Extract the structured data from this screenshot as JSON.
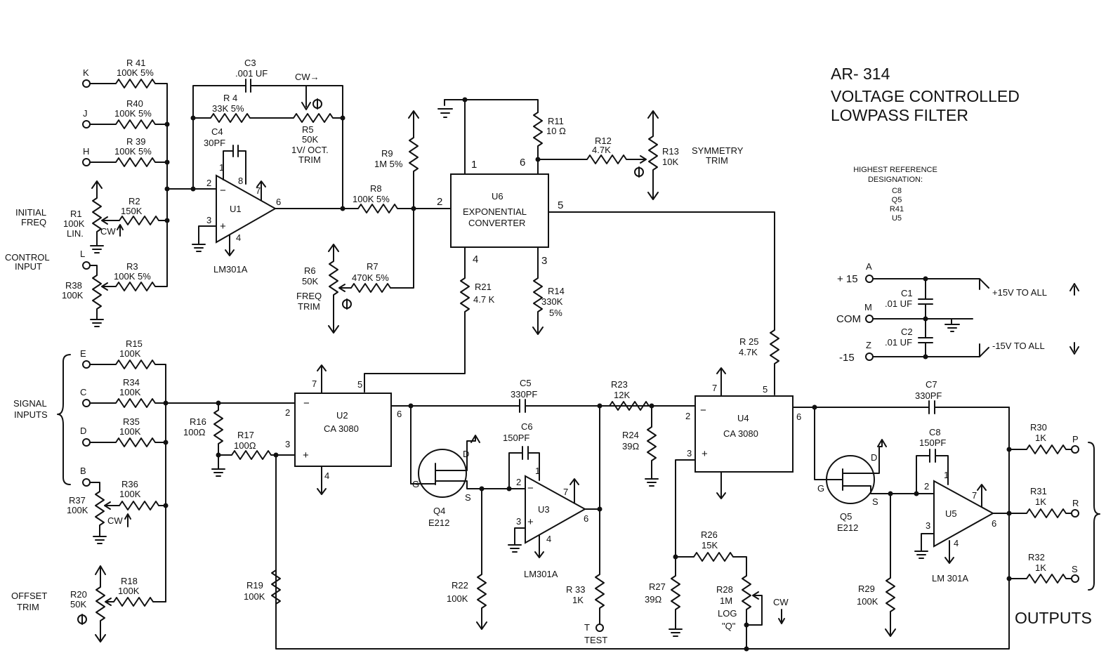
{
  "header": {
    "model": "AR- 314",
    "title_line1": "VOLTAGE CONTROLLED",
    "title_line2": "LOWPASS FILTER"
  },
  "designation": {
    "heading1": "HIGHEST REFERENCE",
    "heading2": "DESIGNATION:",
    "items": [
      "C8",
      "Q5",
      "R41",
      "U5"
    ]
  },
  "power": {
    "plus_label": "+ 15",
    "plus_term": "A",
    "com_label": "COM",
    "com_term": "M",
    "minus_label": "-15",
    "minus_term": "Z",
    "c1": [
      "C1",
      ".01 UF"
    ],
    "c2": [
      "C2",
      ".01 UF"
    ],
    "plus_to_all": "+15V TO ALL",
    "minus_to_all": "-15V TO ALL"
  },
  "inputs": {
    "k": "K",
    "j": "J",
    "h": "H",
    "l": "L",
    "e": "E",
    "c": "C",
    "d": "D",
    "b": "B",
    "initial_freq": [
      "INITIAL",
      "FREQ"
    ],
    "control_input": [
      "CONTROL",
      "INPUT"
    ],
    "signal_inputs": [
      "SIGNAL",
      "INPUTS"
    ],
    "offset_trim": [
      "OFFSET",
      "TRIM"
    ]
  },
  "outputs": {
    "p": "P",
    "r": "R",
    "s": "S",
    "label": "OUTPUTS",
    "test_term": "T",
    "test": "TEST"
  },
  "resistors": {
    "r41": [
      "R 41",
      "100K 5%"
    ],
    "r40": [
      "R40",
      "100K 5%"
    ],
    "r39": [
      "R 39",
      "100K 5%"
    ],
    "r2": [
      "R2",
      "150K"
    ],
    "r1": [
      "R1",
      "100K",
      "LIN."
    ],
    "r3": [
      "R3",
      "100K 5%"
    ],
    "r38": [
      "R38",
      "100K"
    ],
    "r4": [
      "R 4",
      "33K 5%"
    ],
    "r5": [
      "R5",
      "50K",
      "1V/ OCT.",
      "TRIM"
    ],
    "r9": [
      "R9",
      "1M 5%"
    ],
    "r8": [
      "R8",
      "100K 5%"
    ],
    "r6": [
      "R6",
      "50K",
      "FREQ",
      "TRIM"
    ],
    "r7": [
      "R7",
      "470K 5%"
    ],
    "r11": [
      "R11",
      "10 Ω"
    ],
    "r12": [
      "R12",
      "4.7K"
    ],
    "r13": [
      "R13",
      "10K"
    ],
    "r13_note": [
      "SYMMETRY",
      "TRIM"
    ],
    "r21": [
      "R21",
      "4.7 K"
    ],
    "r14": [
      "R14",
      "330K",
      "5%"
    ],
    "r15": [
      "R15",
      "100K"
    ],
    "r34": [
      "R34",
      "100K"
    ],
    "r35": [
      "R35",
      "100K"
    ],
    "r36": [
      "R36",
      "100K"
    ],
    "r37": [
      "R37",
      "100K"
    ],
    "r18": [
      "R18",
      "100K"
    ],
    "r20": [
      "R20",
      "50K"
    ],
    "r16": [
      "R16",
      "100Ω"
    ],
    "r17": [
      "R17",
      "100Ω"
    ],
    "r19": [
      "R19",
      "100K"
    ],
    "r22": [
      "R22",
      "100K"
    ],
    "r23": [
      "R23",
      "12K"
    ],
    "r24": [
      "R24",
      "39Ω"
    ],
    "r33": [
      "R 33",
      "1K"
    ],
    "r25": [
      "R 25",
      "4.7K"
    ],
    "r26": [
      "R26",
      "15K"
    ],
    "r27": [
      "R27",
      "39Ω"
    ],
    "r28": [
      "R28",
      "1M",
      "LOG",
      "\"Q\""
    ],
    "r29": [
      "R29",
      "100K"
    ],
    "r30": [
      "R30",
      "1K"
    ],
    "r31": [
      "R31",
      "1K"
    ],
    "r32": [
      "R32",
      "1K"
    ]
  },
  "capacitors": {
    "c3": [
      "C3",
      ".001 UF"
    ],
    "c4": [
      "C4",
      "30PF"
    ],
    "c5": [
      "C5",
      "330PF"
    ],
    "c6": [
      "C6",
      "150PF"
    ],
    "c7": [
      "C7",
      "330PF"
    ],
    "c8": [
      "C8",
      "150PF"
    ]
  },
  "ics": {
    "u1": "U1",
    "u1_part": "LM301A",
    "u2": "U2",
    "u2_part": "CA 3080",
    "u3": "U3",
    "u3_part": "LM301A",
    "u4": "U4",
    "u4_part": "CA 3080",
    "u5": "U5",
    "u5_part": "LM 301A",
    "u6": "U6",
    "u6_line1": "EXPONENTIAL",
    "u6_line2": "CONVERTER"
  },
  "transistors": {
    "q4": "Q4",
    "q4_part": "E212",
    "q5": "Q5",
    "q5_part": "E212"
  },
  "misc": {
    "cw": "CW",
    "cw_arrow": "CW→",
    "minus": "−",
    "plus": "+"
  }
}
